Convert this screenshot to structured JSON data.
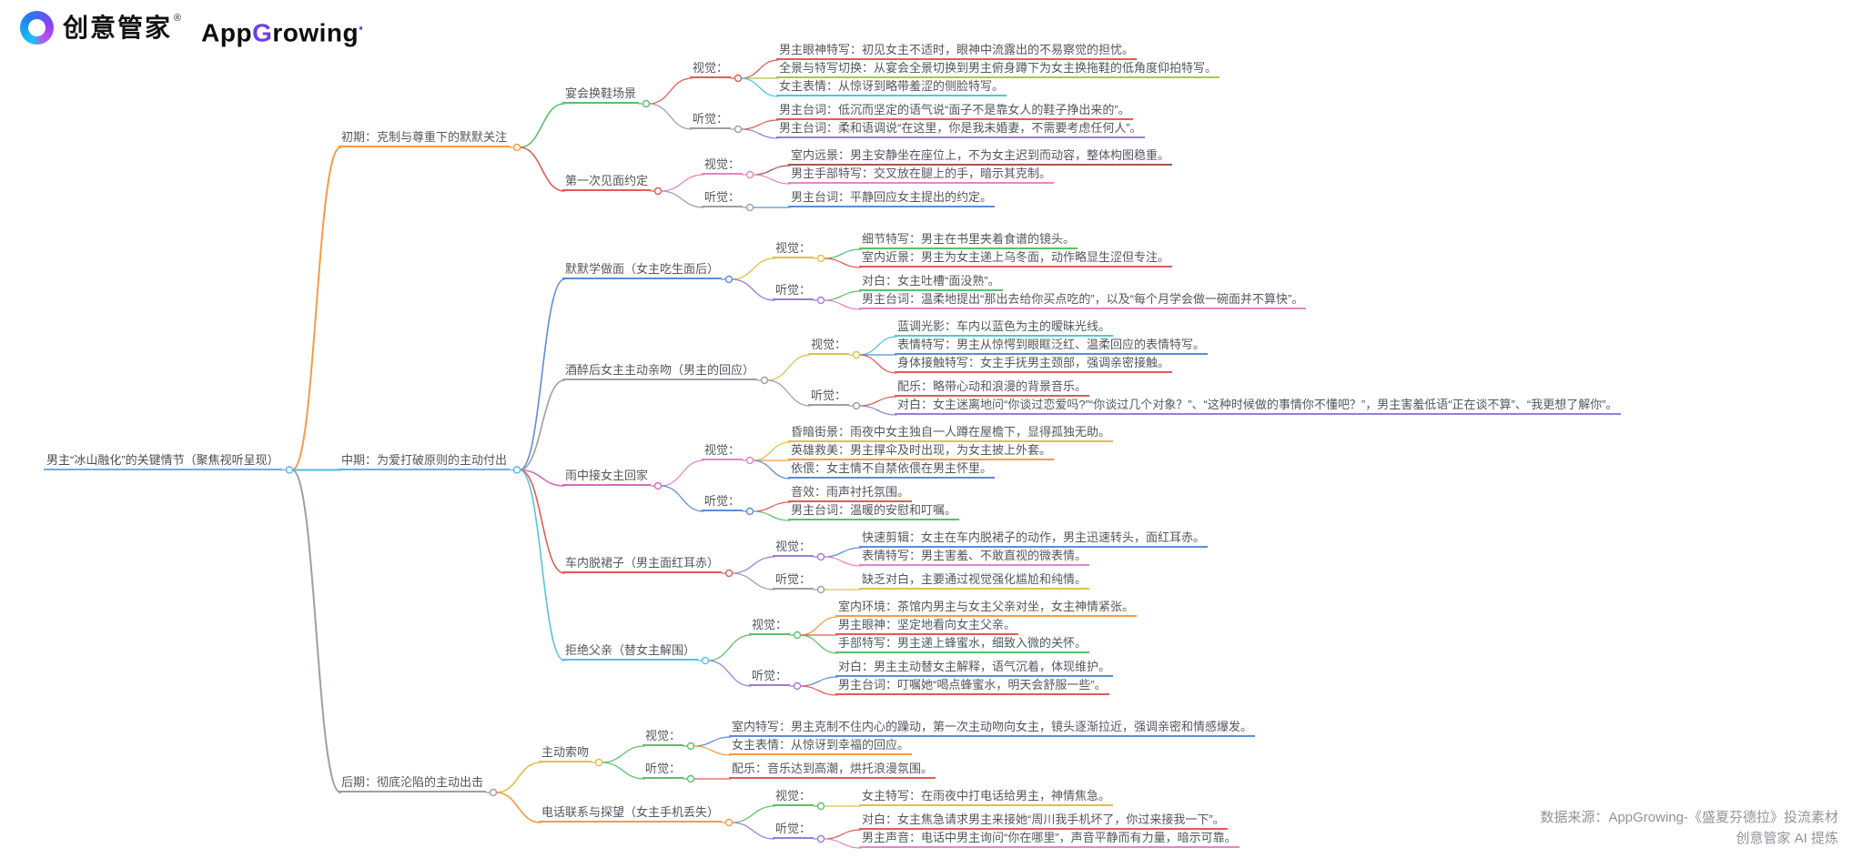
{
  "header": {
    "brand": "创意管家",
    "brand_mark": "®",
    "app_prefix": "App",
    "app_g": "G",
    "app_rest": "rowing",
    "app_mark": "▪"
  },
  "footer": {
    "source": "数据来源：AppGrowing-《盛夏芬德拉》投流素材",
    "credit": "创意管家 AI 提炼"
  },
  "palette": {
    "sky": "#5ab6e8",
    "orange": "#f59b45",
    "yellow": "#dfc04a",
    "lime": "#a6c84e",
    "green": "#5cbf6a",
    "cyan": "#52c5dd",
    "blue": "#5b8ddb",
    "purple": "#9c7bd8",
    "pink": "#e286c4",
    "magenta": "#d96bb1",
    "red": "#e05b56",
    "maroon": "#a2574f",
    "gray": "#9aa0a6"
  },
  "mindmap": {
    "root": {
      "label": "男主“冰山融化”的关键情节（聚焦视听呈现）",
      "color": "sky",
      "children": [
        {
          "label": "初期：克制与尊重下的默默关注",
          "color": "orange",
          "children": [
            {
              "label": "宴会换鞋场景",
              "color": "green",
              "children": [
                {
                  "label": "视觉：",
                  "color": "red",
                  "children": [
                    {
                      "label": "男主眼神特写：初见女主不适时，眼神中流露出的不易察觉的担忧。",
                      "color": "red"
                    },
                    {
                      "label": "全景与特写切换：从宴会全景切换到男主俯身蹲下为女主换拖鞋的低角度仰拍特写。",
                      "color": "lime"
                    },
                    {
                      "label": "女主表情：从惊讶到略带羞涩的侧脸特写。",
                      "color": "cyan"
                    }
                  ]
                },
                {
                  "label": "听觉：",
                  "color": "gray",
                  "children": [
                    {
                      "label": "男主台词：低沉而坚定的语气说“面子不是靠女人的鞋子挣出来的”。",
                      "color": "red"
                    },
                    {
                      "label": "男主台词：柔和语调说“在这里，你是我未婚妻，不需要考虑任何人”。",
                      "color": "purple"
                    }
                  ]
                }
              ]
            },
            {
              "label": "第一次见面约定",
              "color": "red",
              "children": [
                {
                  "label": "视觉：",
                  "color": "pink",
                  "children": [
                    {
                      "label": "室内远景：男主安静坐在座位上，不为女主迟到而动容，整体构图稳重。",
                      "color": "maroon"
                    },
                    {
                      "label": "男主手部特写：交叉放在腿上的手，暗示其克制。",
                      "color": "pink"
                    }
                  ]
                },
                {
                  "label": "听觉：",
                  "color": "gray",
                  "children": [
                    {
                      "label": "男主台词：平静回应女主提出的约定。",
                      "color": "blue"
                    }
                  ]
                }
              ]
            }
          ]
        },
        {
          "label": "中期：为爱打破原则的主动付出",
          "color": "sky",
          "children": [
            {
              "label": "默默学做面（女主吃生面后）",
              "color": "blue",
              "children": [
                {
                  "label": "视觉：",
                  "color": "yellow",
                  "children": [
                    {
                      "label": "细节特写：男主在书里夹着食谱的镜头。",
                      "color": "green"
                    },
                    {
                      "label": "室内近景：男主为女主递上乌冬面，动作略显生涩但专注。",
                      "color": "red"
                    }
                  ]
                },
                {
                  "label": "听觉：",
                  "color": "purple",
                  "children": [
                    {
                      "label": "对白：女主吐槽“面没熟”。",
                      "color": "green"
                    },
                    {
                      "label": "男主台词：温柔地提出“那出去给你买点吃的”，以及“每个月学会做一碗面并不算快”。",
                      "color": "pink"
                    }
                  ]
                }
              ]
            },
            {
              "label": "酒醉后女主主动亲吻（男主的回应）",
              "color": "gray",
              "children": [
                {
                  "label": "视觉：",
                  "color": "yellow",
                  "children": [
                    {
                      "label": "蓝调光影：车内以蓝色为主的暧昧光线。",
                      "color": "cyan"
                    },
                    {
                      "label": "表情特写：男主从惊愕到眼眶泛红、温柔回应的表情特写。",
                      "color": "blue"
                    },
                    {
                      "label": "身体接触特写：女主手抚男主颈部，强调亲密接触。",
                      "color": "red"
                    }
                  ]
                },
                {
                  "label": "听觉：",
                  "color": "gray",
                  "children": [
                    {
                      "label": "配乐：略带心动和浪漫的背景音乐。",
                      "color": "red"
                    },
                    {
                      "label": "对白：女主迷离地问“你谈过恋爱吗?”“你谈过几个对象？”、“这种时候做的事情你不懂吧？”，男主害羞低语“正在谈不算”、“我更想了解你”。",
                      "color": "purple"
                    }
                  ]
                }
              ]
            },
            {
              "label": "雨中接女主回家",
              "color": "magenta",
              "children": [
                {
                  "label": "视觉：",
                  "color": "pink",
                  "children": [
                    {
                      "label": "昏暗街景：雨夜中女主独自一人蹲在屋檐下，显得孤独无助。",
                      "color": "yellow"
                    },
                    {
                      "label": "英雄救美：男主撑伞及时出现，为女主披上外套。",
                      "color": "orange"
                    },
                    {
                      "label": "依偎：女主情不自禁依偎在男主怀里。",
                      "color": "blue"
                    }
                  ]
                },
                {
                  "label": "听觉：",
                  "color": "blue",
                  "children": [
                    {
                      "label": "音效：雨声衬托氛围。",
                      "color": "red"
                    },
                    {
                      "label": "男主台词：温暖的安慰和叮嘱。",
                      "color": "green"
                    }
                  ]
                }
              ]
            },
            {
              "label": "车内脱裙子（男主面红耳赤）",
              "color": "red",
              "children": [
                {
                  "label": "视觉：",
                  "color": "purple",
                  "children": [
                    {
                      "label": "快速剪辑：女主在车内脱裙子的动作，男主迅速转头，面红耳赤。",
                      "color": "blue"
                    },
                    {
                      "label": "表情特写：男主害羞、不敢直视的微表情。",
                      "color": "pink"
                    }
                  ]
                },
                {
                  "label": "听觉：",
                  "color": "gray",
                  "children": [
                    {
                      "label": "缺乏对白，主要通过视觉强化尴尬和纯情。",
                      "color": "yellow"
                    }
                  ]
                }
              ]
            },
            {
              "label": "拒绝父亲（替女主解围）",
              "color": "cyan",
              "children": [
                {
                  "label": "视觉：",
                  "color": "green",
                  "children": [
                    {
                      "label": "室内环境：茶馆内男主与女主父亲对坐，女主神情紧张。",
                      "color": "orange"
                    },
                    {
                      "label": "男主眼神：坚定地看向女主父亲。",
                      "color": "red"
                    },
                    {
                      "label": "手部特写：男主递上蜂蜜水，细致入微的关怀。",
                      "color": "green"
                    }
                  ]
                },
                {
                  "label": "听觉：",
                  "color": "purple",
                  "children": [
                    {
                      "label": "对白：男主主动替女主解释，语气沉着，体现维护。",
                      "color": "blue"
                    },
                    {
                      "label": "男主台词：叮嘱她“喝点蜂蜜水，明天会舒服一些”。",
                      "color": "red"
                    }
                  ]
                }
              ]
            }
          ]
        },
        {
          "label": "后期：彻底沦陷的主动出击",
          "color": "gray",
          "children": [
            {
              "label": "主动索吻",
              "color": "yellow",
              "children": [
                {
                  "label": "视觉：",
                  "color": "green",
                  "children": [
                    {
                      "label": "室内特写：男主克制不住内心的躁动，第一次主动吻向女主，镜头逐渐拉近，强调亲密和情感爆发。",
                      "color": "blue"
                    },
                    {
                      "label": "女主表情：从惊讶到幸福的回应。",
                      "color": "orange"
                    }
                  ]
                },
                {
                  "label": "听觉：",
                  "color": "green",
                  "children": [
                    {
                      "label": "配乐：音乐达到高潮，烘托浪漫氛围。",
                      "color": "red"
                    }
                  ]
                }
              ]
            },
            {
              "label": "电话联系与探望（女主手机丢失）",
              "color": "orange",
              "children": [
                {
                  "label": "视觉：",
                  "color": "green",
                  "children": [
                    {
                      "label": "女主特写：在雨夜中打电话给男主，神情焦急。",
                      "color": "yellow"
                    }
                  ]
                },
                {
                  "label": "听觉：",
                  "color": "purple",
                  "children": [
                    {
                      "label": "对白：女主焦急请求男主来接她“周川我手机坏了，你过来接我一下”。",
                      "color": "red"
                    },
                    {
                      "label": "男主声音：电话中男主询问“你在哪里”，声音平静而有力量，暗示可靠。",
                      "color": "pink"
                    }
                  ]
                }
              ]
            }
          ]
        }
      ]
    }
  }
}
